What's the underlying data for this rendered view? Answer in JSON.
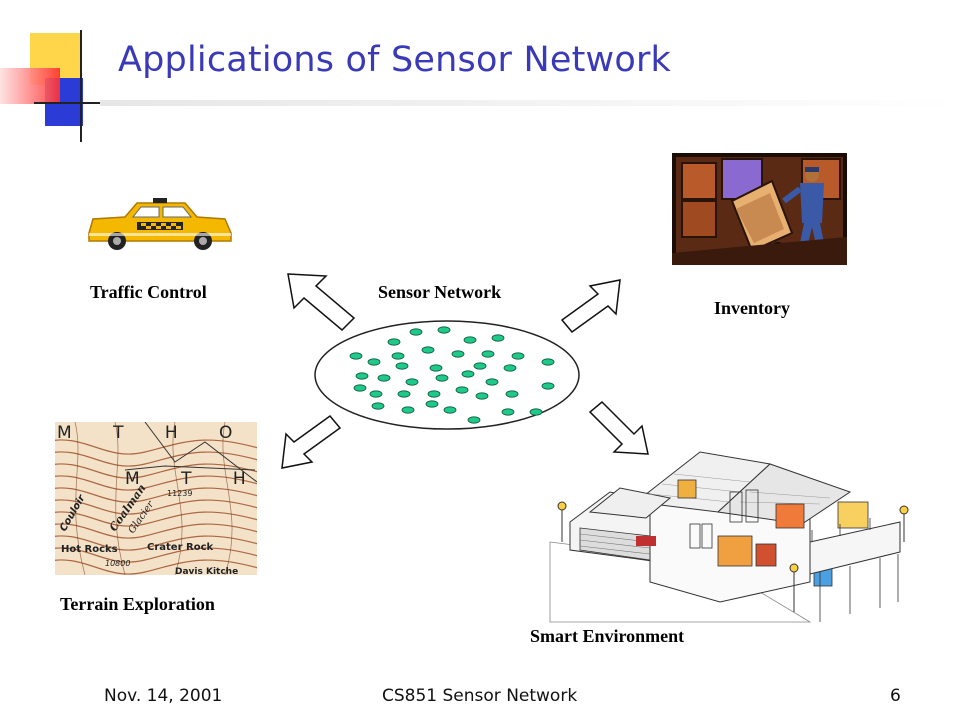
{
  "slide": {
    "title": "Applications of Sensor Network",
    "center_label": "Sensor Network",
    "applications": {
      "traffic": "Traffic Control",
      "inventory": "Inventory",
      "terrain": "Terrain Exploration",
      "smart_env": "Smart Environment"
    },
    "map_text": {
      "row1": "M T H O",
      "row2": "M T H",
      "coulor": "Couloir",
      "coalman": "Coalman",
      "glacier": "Glacier",
      "elev": "11239",
      "hot_rocks": "Hot Rocks",
      "crater_rock": "Crater Rock",
      "elev2": "10800",
      "davis": "Davis Kitche"
    }
  },
  "footer": {
    "date": "Nov. 14, 2001",
    "course": "CS851 Sensor Network",
    "page": "6"
  },
  "colors": {
    "title": "#3a3ab8",
    "node_fill": "#1fc98a",
    "taxi": "#f5b800",
    "deco_yellow": "#ffd54a",
    "deco_red": "#ff3030",
    "deco_blue": "#2b3bd6"
  },
  "icons": {
    "traffic": "taxi-icon",
    "inventory": "warehouse-worker-icon",
    "terrain": "topographic-map-icon",
    "smart_env": "house-icon"
  }
}
